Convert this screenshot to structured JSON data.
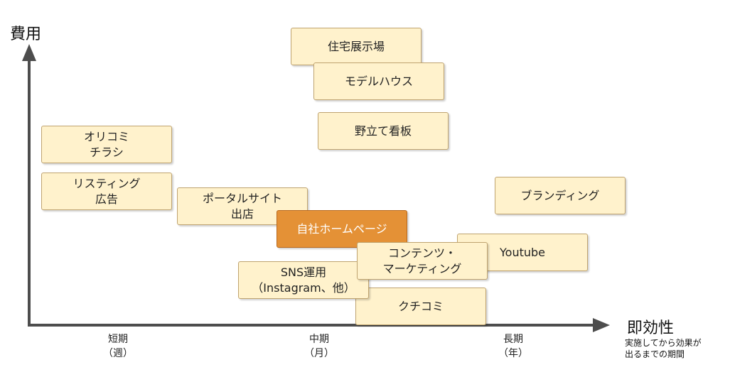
{
  "axes": {
    "y_label": "費用",
    "x_label": "即効性",
    "x_note": "実施してから効果が\n出るまでの期間",
    "ticks": [
      {
        "label": "短期",
        "sub": "（週）"
      },
      {
        "label": "中期",
        "sub": "（月）"
      },
      {
        "label": "長期",
        "sub": "（年）"
      }
    ]
  },
  "items": {
    "jutaku": "住宅展示場",
    "model": "モデルハウス",
    "nodate": "野立て看板",
    "orikomi": "オリコミ\nチラシ",
    "listing": "リスティング\n広告",
    "portal": "ポータルサイト\n出店",
    "homepage": "自社ホームページ",
    "branding": "ブランディング",
    "youtube": "Youtube",
    "content": "コンテンツ・\nマーケティング",
    "sns": "SNS運用\n（Instagram、他）",
    "kuchikomi": "クチコミ"
  },
  "colors": {
    "box_fill": "#fff2cc",
    "box_border": "#bfa36f",
    "highlight_fill": "#e49136",
    "axis": "#4d4d4d"
  }
}
